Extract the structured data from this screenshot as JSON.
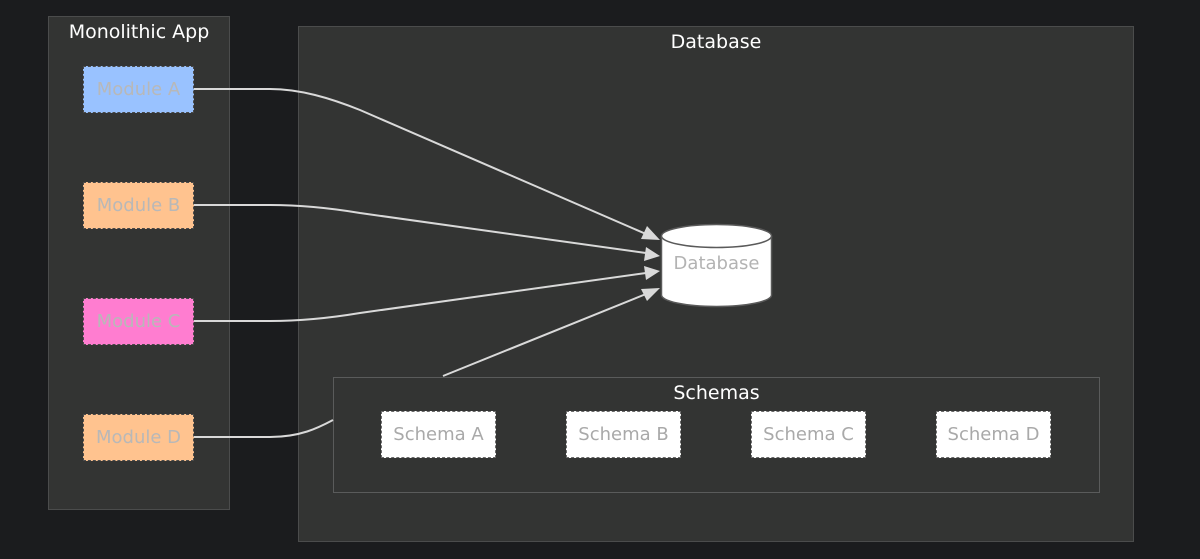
{
  "clusters": {
    "app": {
      "title": "Monolithic App"
    },
    "database": {
      "title": "Database"
    },
    "schemas": {
      "title": "Schemas"
    }
  },
  "modules": [
    {
      "label": "Module A",
      "color": "#99c2ff"
    },
    {
      "label": "Module B",
      "color": "#ffc38f"
    },
    {
      "label": "Module C",
      "color": "#ff7dd0"
    },
    {
      "label": "Module D",
      "color": "#ffc38f"
    }
  ],
  "database_node": {
    "label": "Database",
    "shape": "cylinder"
  },
  "schemas": [
    {
      "label": "Schema A"
    },
    {
      "label": "Schema B"
    },
    {
      "label": "Schema C"
    },
    {
      "label": "Schema D"
    }
  ],
  "edges": [
    {
      "from": "Module A",
      "to": "Database"
    },
    {
      "from": "Module B",
      "to": "Database"
    },
    {
      "from": "Module C",
      "to": "Database"
    },
    {
      "from": "Module D",
      "to": "Database"
    }
  ]
}
